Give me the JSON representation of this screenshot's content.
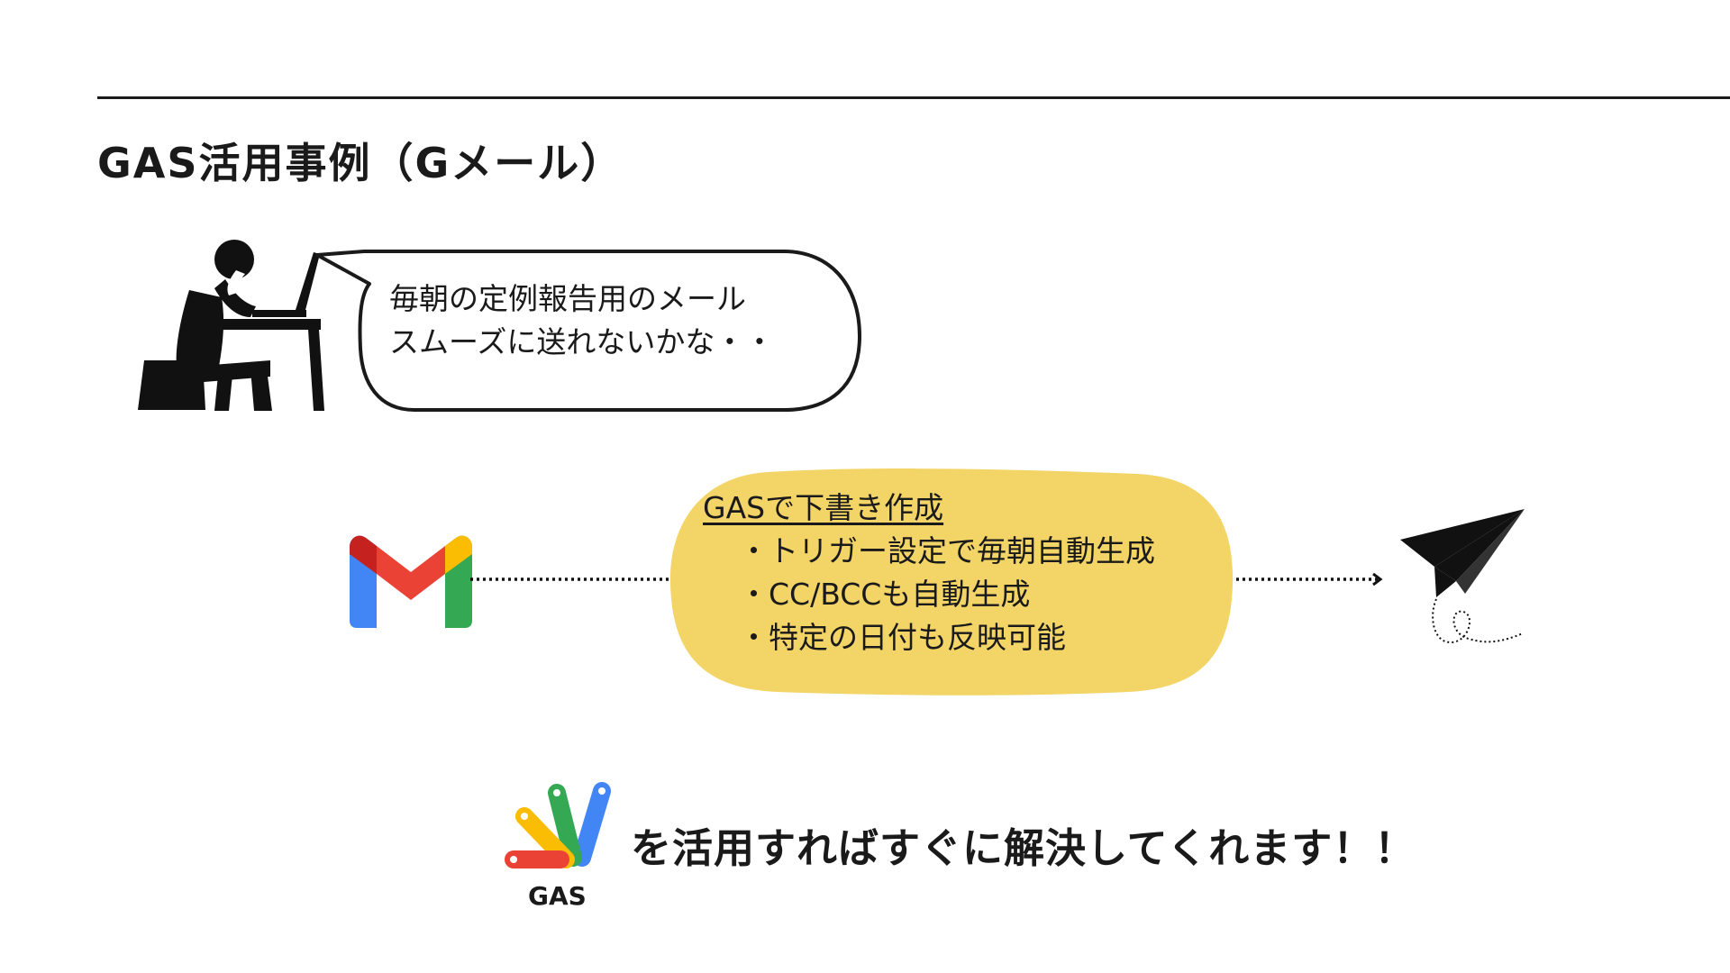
{
  "slide": {
    "title": "GAS活用事例（Gメール）"
  },
  "speech_bubble": {
    "line1": "毎朝の定例報告用のメール",
    "line2": "スムーズに送れないかな・・"
  },
  "solution_box": {
    "heading": "GASで下書き作成",
    "items": [
      "・トリガー設定で毎朝自動生成",
      "・CC/BCCも自動生成",
      "・特定の日付も反映可能"
    ],
    "fill_color": "#f3d466"
  },
  "icons": {
    "person": "worried-person-at-laptop-icon",
    "gmail": "gmail-logo-icon",
    "send": "paper-plane-icon",
    "gas": "google-apps-script-logo-icon"
  },
  "gas_logo": {
    "label": "GAS"
  },
  "conclusion": {
    "text": "を活用すればすぐに解決してくれます！！"
  }
}
